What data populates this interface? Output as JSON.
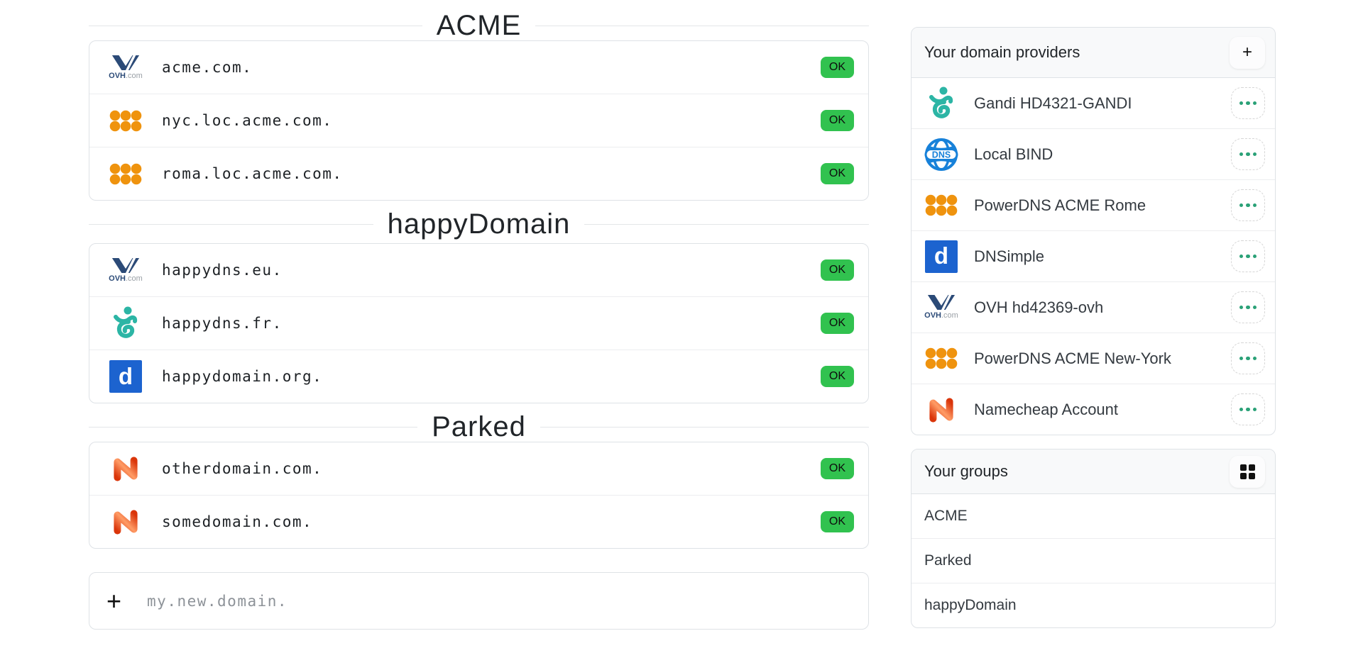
{
  "main": {
    "groups": [
      {
        "name": "ACME",
        "domains": [
          {
            "fqdn": "acme.com.",
            "provider_icon": "ovh-icon",
            "status": "OK"
          },
          {
            "fqdn": "nyc.loc.acme.com.",
            "provider_icon": "powerdns-icon",
            "status": "OK"
          },
          {
            "fqdn": "roma.loc.acme.com.",
            "provider_icon": "powerdns-icon",
            "status": "OK"
          }
        ]
      },
      {
        "name": "happyDomain",
        "domains": [
          {
            "fqdn": "happydns.eu.",
            "provider_icon": "ovh-icon",
            "status": "OK"
          },
          {
            "fqdn": "happydns.fr.",
            "provider_icon": "gandi-icon",
            "status": "OK"
          },
          {
            "fqdn": "happydomain.org.",
            "provider_icon": "dnsimple-icon",
            "status": "OK"
          }
        ]
      },
      {
        "name": "Parked",
        "domains": [
          {
            "fqdn": "otherdomain.com.",
            "provider_icon": "namecheap-icon",
            "status": "OK"
          },
          {
            "fqdn": "somedomain.com.",
            "provider_icon": "namecheap-icon",
            "status": "OK"
          }
        ]
      }
    ],
    "add_domain": {
      "plus": "+",
      "placeholder": "my.new.domain."
    }
  },
  "sidebar": {
    "providers": {
      "title": "Your domain providers",
      "add_button": "+",
      "menu_icon": "ellipsis-icon",
      "items": [
        {
          "label": "Gandi HD4321-GANDI",
          "icon": "gandi-icon"
        },
        {
          "label": "Local BIND",
          "icon": "bind-icon"
        },
        {
          "label": "PowerDNS ACME Rome",
          "icon": "powerdns-icon"
        },
        {
          "label": "DNSimple",
          "icon": "dnsimple-icon"
        },
        {
          "label": "OVH hd42369-ovh",
          "icon": "ovh-icon"
        },
        {
          "label": "PowerDNS ACME New-York",
          "icon": "powerdns-icon"
        },
        {
          "label": "Namecheap Account",
          "icon": "namecheap-icon"
        }
      ]
    },
    "groups": {
      "title": "Your groups",
      "view_button_icon": "grid-icon",
      "items": [
        "ACME",
        "Parked",
        "happyDomain"
      ]
    }
  },
  "icon_text": {
    "ovh_brand": "OVH",
    "ovh_tld": ".com",
    "bind": "DNS",
    "dnsimple": "d"
  },
  "colors": {
    "ok_badge_green": "#31c24f",
    "gandi_teal": "#2cb5a5",
    "bind_blue": "#1781d9",
    "powerdns_orange": "#ef930e",
    "dnsimple_blue": "#1c63cf",
    "ovh_navy": "#2b4a77",
    "namecheap_dark_orange": "#da350a",
    "namecheap_light_orange": "#ff9c66",
    "menu_dots_teal": "#2aa177",
    "card_border": "#dee2e6",
    "header_bg": "#f8f9fa"
  }
}
